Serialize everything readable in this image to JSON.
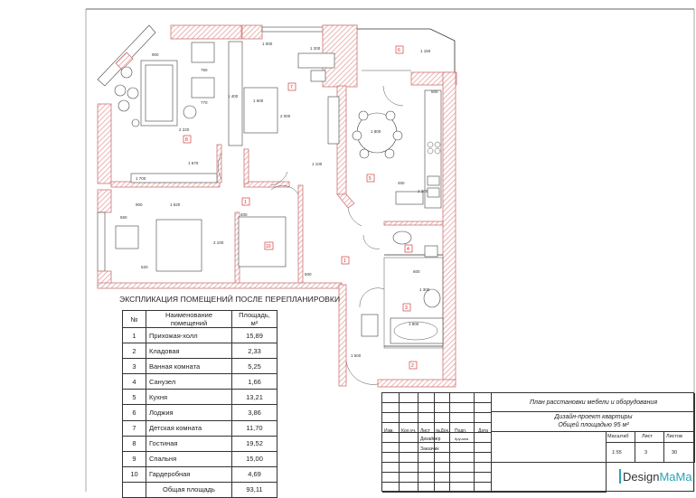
{
  "explication": {
    "title": "ЭКСПЛИКАЦИЯ ПОМЕЩЕНИЙ ПОСЛЕ ПЕРЕПЛАНИРОВКИ",
    "headers": [
      "№",
      "Наименование помещений",
      "Площадь, м²"
    ],
    "rows": [
      {
        "n": "1",
        "name": "Прихожая-холл",
        "area": "15,89"
      },
      {
        "n": "2",
        "name": "Кладовая",
        "area": "2,33"
      },
      {
        "n": "3",
        "name": "Ванная комната",
        "area": "5,25"
      },
      {
        "n": "4",
        "name": "Санузел",
        "area": "1,66"
      },
      {
        "n": "5",
        "name": "Кухня",
        "area": "13,21"
      },
      {
        "n": "6",
        "name": "Лоджия",
        "area": "3,86"
      },
      {
        "n": "7",
        "name": "Детская комната",
        "area": "11,70"
      },
      {
        "n": "8",
        "name": "Гостиная",
        "area": "19,52"
      },
      {
        "n": "9",
        "name": "Спальня",
        "area": "15,00"
      },
      {
        "n": "10",
        "name": "Гардеробная",
        "area": "4,69"
      }
    ],
    "total_label": "Общая площадь",
    "total_area": "93,11"
  },
  "title_block": {
    "col_headers": [
      "Изм.",
      "Кол.уч.",
      "Лист",
      "№Док.",
      "Подп.",
      "Дата"
    ],
    "designer_label": "Дизайнер",
    "designer_sign": "Кручина",
    "client_label": "Заказчик",
    "drawing_title": "План расстановки мебели и оборудования",
    "project_line1": "Дизайн-проект квартиры",
    "project_line2": "Общей площадью  95 м²",
    "scale_label": "Масштаб",
    "sheet_label": "Лист",
    "sheets_label": "Листов",
    "scale": "1:55",
    "sheet": "3",
    "sheets": "30",
    "logo_text_1": "Design",
    "logo_text_2": "MaMa"
  },
  "plan": {
    "rooms": [
      {
        "n": "8"
      },
      {
        "n": "7"
      },
      {
        "n": "5"
      },
      {
        "n": "6"
      },
      {
        "n": "10"
      },
      {
        "n": "1"
      },
      {
        "n": "1"
      },
      {
        "n": "4"
      },
      {
        "n": "3"
      },
      {
        "n": "2"
      }
    ],
    "dims": [
      "900",
      "1 000",
      "750",
      "770",
      "1 150",
      "600",
      "1 400",
      "1 200",
      "2 220",
      "1 600",
      "2 000",
      "1 800",
      "1 670",
      "1 700",
      "1 620",
      "1 100",
      "900",
      "560",
      "2 100",
      "400",
      "520",
      "600",
      "1 500",
      "1 300",
      "600",
      "1 200",
      "450",
      "1 800"
    ]
  },
  "colors": {
    "wall_hatch": "#e8a0a0",
    "room_label": "#cc2222",
    "logo_teal": "#2aa3b5"
  }
}
